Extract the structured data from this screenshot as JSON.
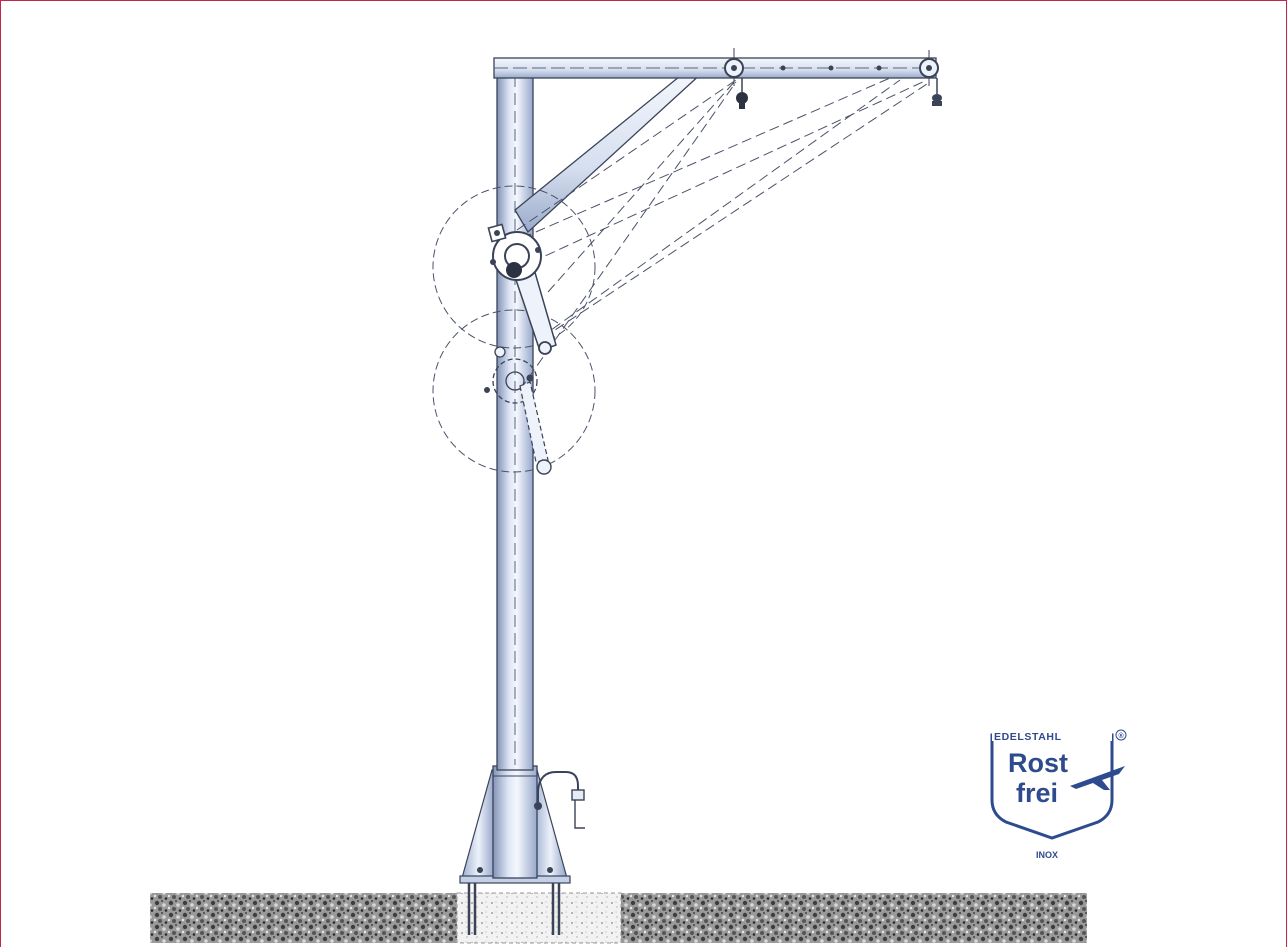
{
  "logo": {
    "top_text": "EDELSTAHL",
    "registered": "®",
    "line1": "Rost",
    "line2": "frei",
    "bottom_text": "INOX"
  },
  "colors": {
    "frame": "#c2264a",
    "steel_light": "#eef2fa",
    "steel_mid": "#b9c8e6",
    "steel_dark": "#6e7fa6",
    "outline": "#3a4358",
    "logo_blue": "#2d4b8e",
    "ground": "#6b6b6b"
  },
  "icons": {
    "crane": "davit-crane-drawing",
    "winch": "hand-winch",
    "logo": "shield-logo"
  }
}
